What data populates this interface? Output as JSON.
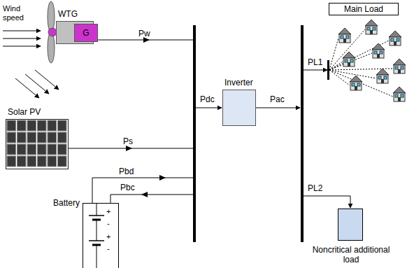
{
  "diagram": {
    "nodes": [
      {
        "text": [
          "WTG"
        ]
      },
      {
        "text": [
          "G"
        ],
        "in": 0
      },
      {
        "text": [
          "Solar PV"
        ]
      },
      {
        "text": [
          "Battery"
        ]
      },
      {
        "text": [
          "Inverter"
        ]
      },
      {
        "text": [
          "Main Load"
        ]
      },
      {
        "text": [
          "Noncritical additional load"
        ]
      }
    ],
    "labels": [
      "Wind speed",
      "Pw",
      "Ps",
      "Pbd",
      "Pbc",
      "Pdc",
      "Pac",
      "PL1",
      "PL2",
      "+",
      "-",
      "+",
      "-"
    ]
  }
}
